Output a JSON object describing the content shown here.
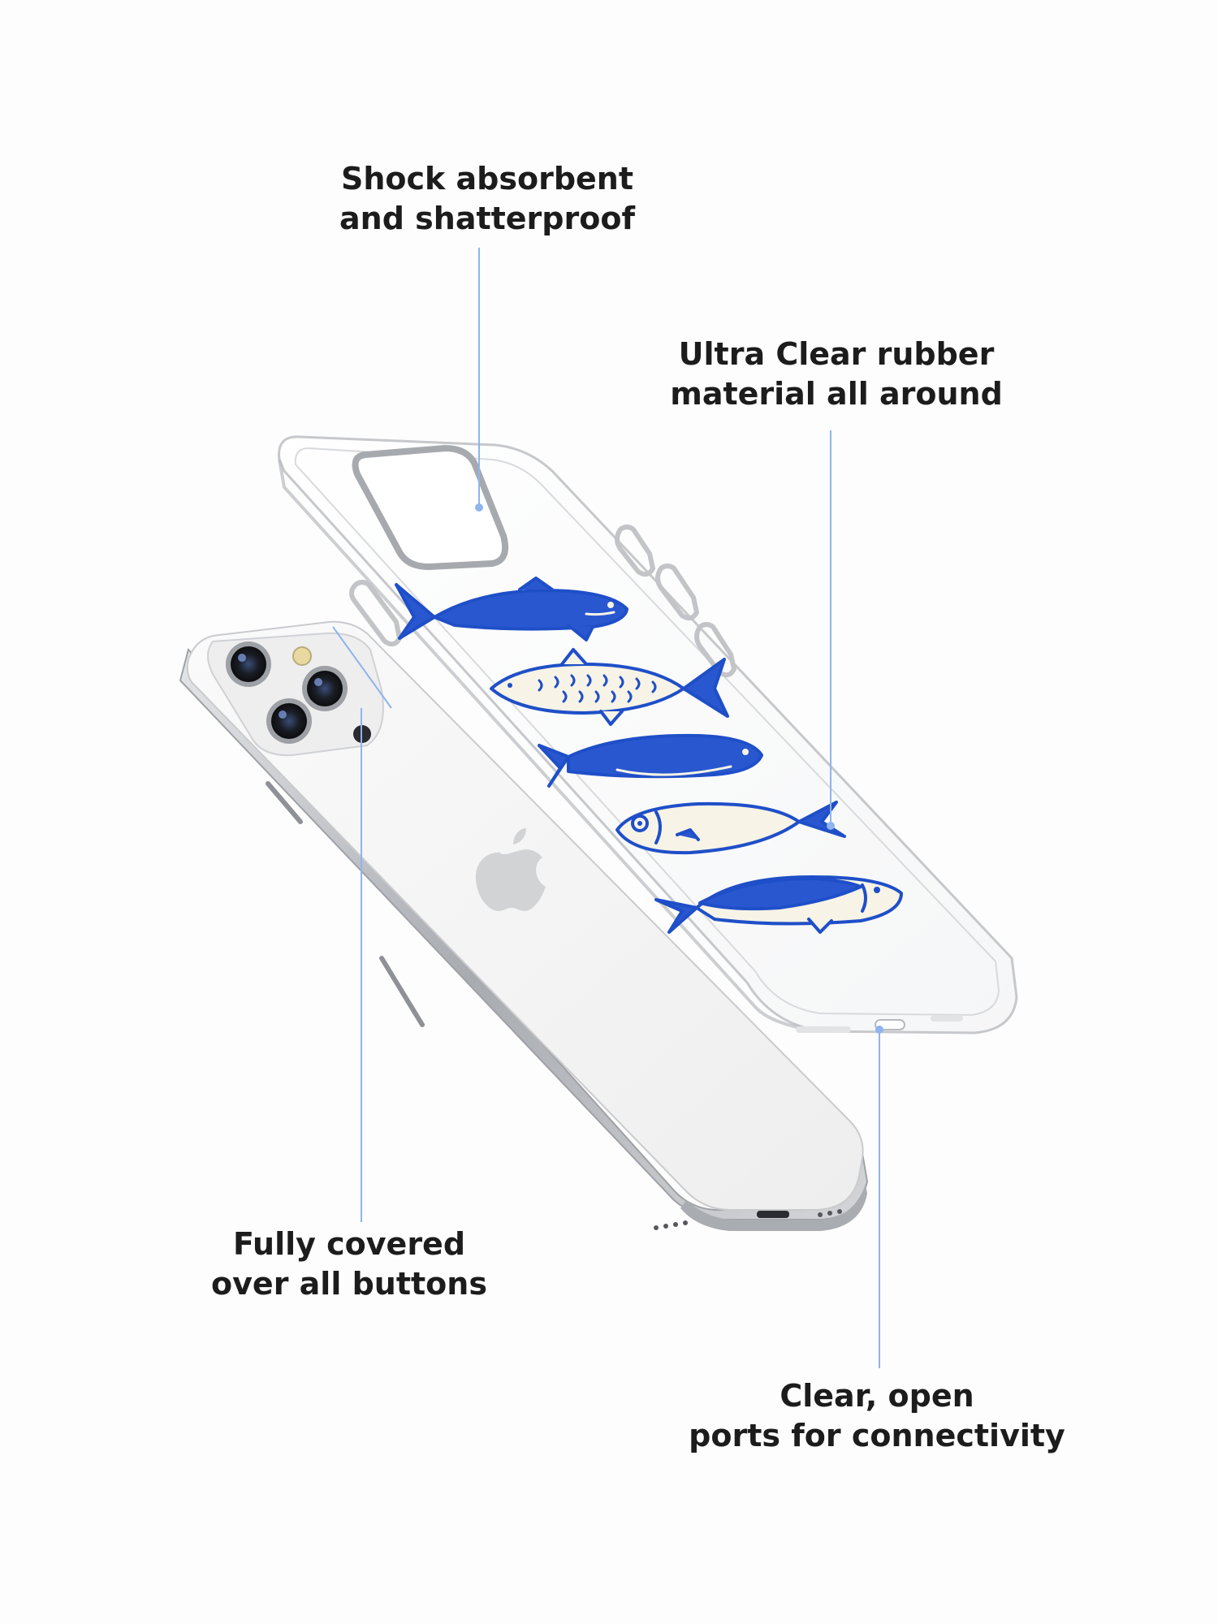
{
  "callouts": {
    "shock": {
      "line1": "Shock absorbent",
      "line2": "and shatterproof"
    },
    "ultra": {
      "line1": "Ultra Clear rubber",
      "line2": "material all around"
    },
    "buttons": {
      "line1": "Fully covered",
      "line2": "over all buttons"
    },
    "ports": {
      "line1": "Clear, open",
      "line2": "ports for connectivity"
    }
  },
  "colors": {
    "background": "#fdfdfd",
    "callout_text": "#1c1c1c",
    "leader_line": "#8fb4ee",
    "fish_blue": "#1f4fc8",
    "fish_cream": "#f7f3e6",
    "phone_frame": "#b9bcc1",
    "phone_body": "#f2f2f2"
  },
  "product_image": {
    "phone_logo_icon": "apple-logo-icon",
    "case_print": "five-sardines"
  }
}
